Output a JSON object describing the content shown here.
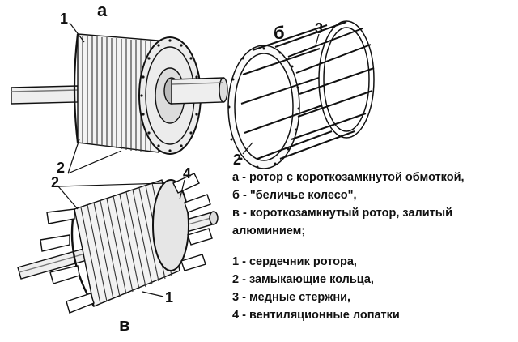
{
  "labels": {
    "letter_a": "а",
    "letter_b": "б",
    "letter_v": "в",
    "num_1_top": "1",
    "num_2_mid_a": "2",
    "num_2_mid_b": "2",
    "num_2_cage": "2",
    "num_3_cage": "3",
    "num_4_rotor": "4",
    "num_1_bottom": "1"
  },
  "legend": {
    "descriptions": [
      "а - ротор с короткозамкнутой обмоткой,",
      "б - \"беличье колесо\",",
      "в - короткозамкнутый ротор, залитый",
      "алюминием;"
    ],
    "parts": [
      "1 - сердечник ротора,",
      "2 - замыкающие кольца,",
      "3 - медные стержни,",
      "4 - вентиляционные лопатки"
    ]
  }
}
